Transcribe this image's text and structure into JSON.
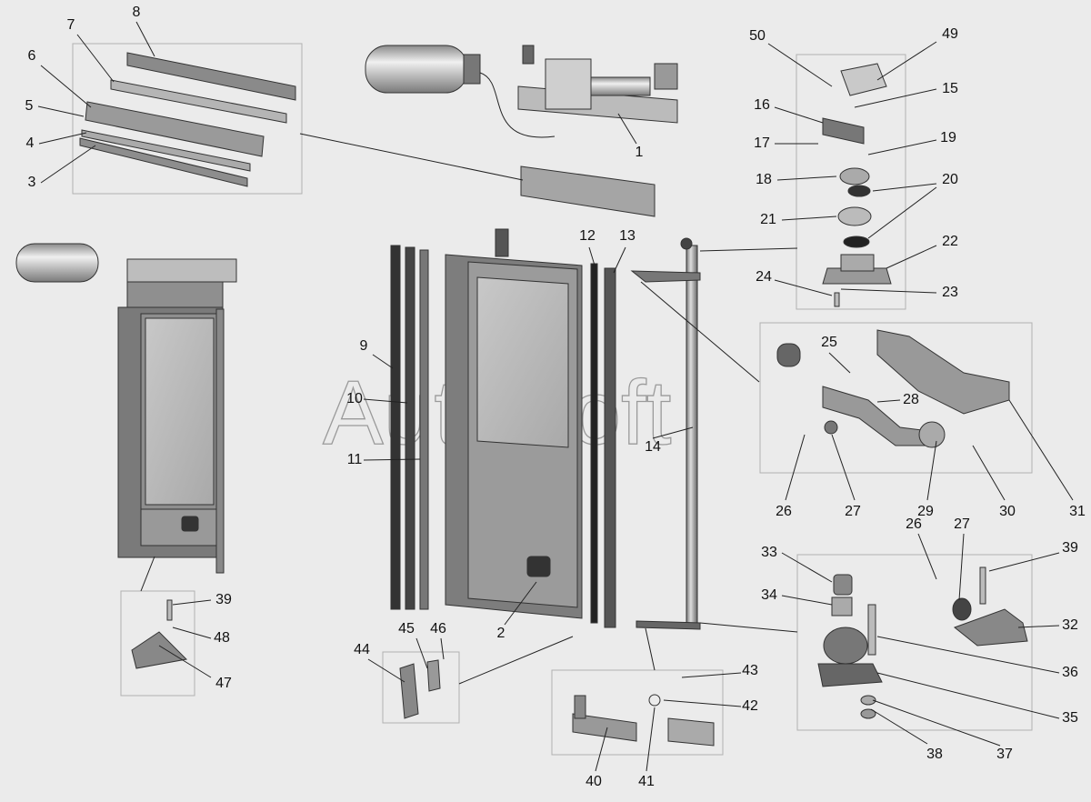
{
  "diagram": {
    "watermark": "AutoSoft",
    "callouts": [
      "8",
      "7",
      "6",
      "5",
      "4",
      "3",
      "1",
      "50",
      "49",
      "15",
      "16",
      "19",
      "17",
      "18",
      "20",
      "21",
      "22",
      "24",
      "23",
      "25",
      "28",
      "12",
      "13",
      "9",
      "10",
      "11",
      "14",
      "26",
      "27",
      "29",
      "30",
      "31",
      "26",
      "27",
      "39",
      "33",
      "34",
      "32",
      "36",
      "35",
      "37",
      "38",
      "43",
      "42",
      "40",
      "41",
      "44",
      "45",
      "46",
      "2",
      "39",
      "48",
      "47"
    ],
    "colors": {
      "background": "#ebebeb",
      "part_dark": "#6e6e6e",
      "part_light": "#c4c4c4",
      "glass": "#b8b8b8",
      "frame": "#8a8a8a"
    }
  }
}
